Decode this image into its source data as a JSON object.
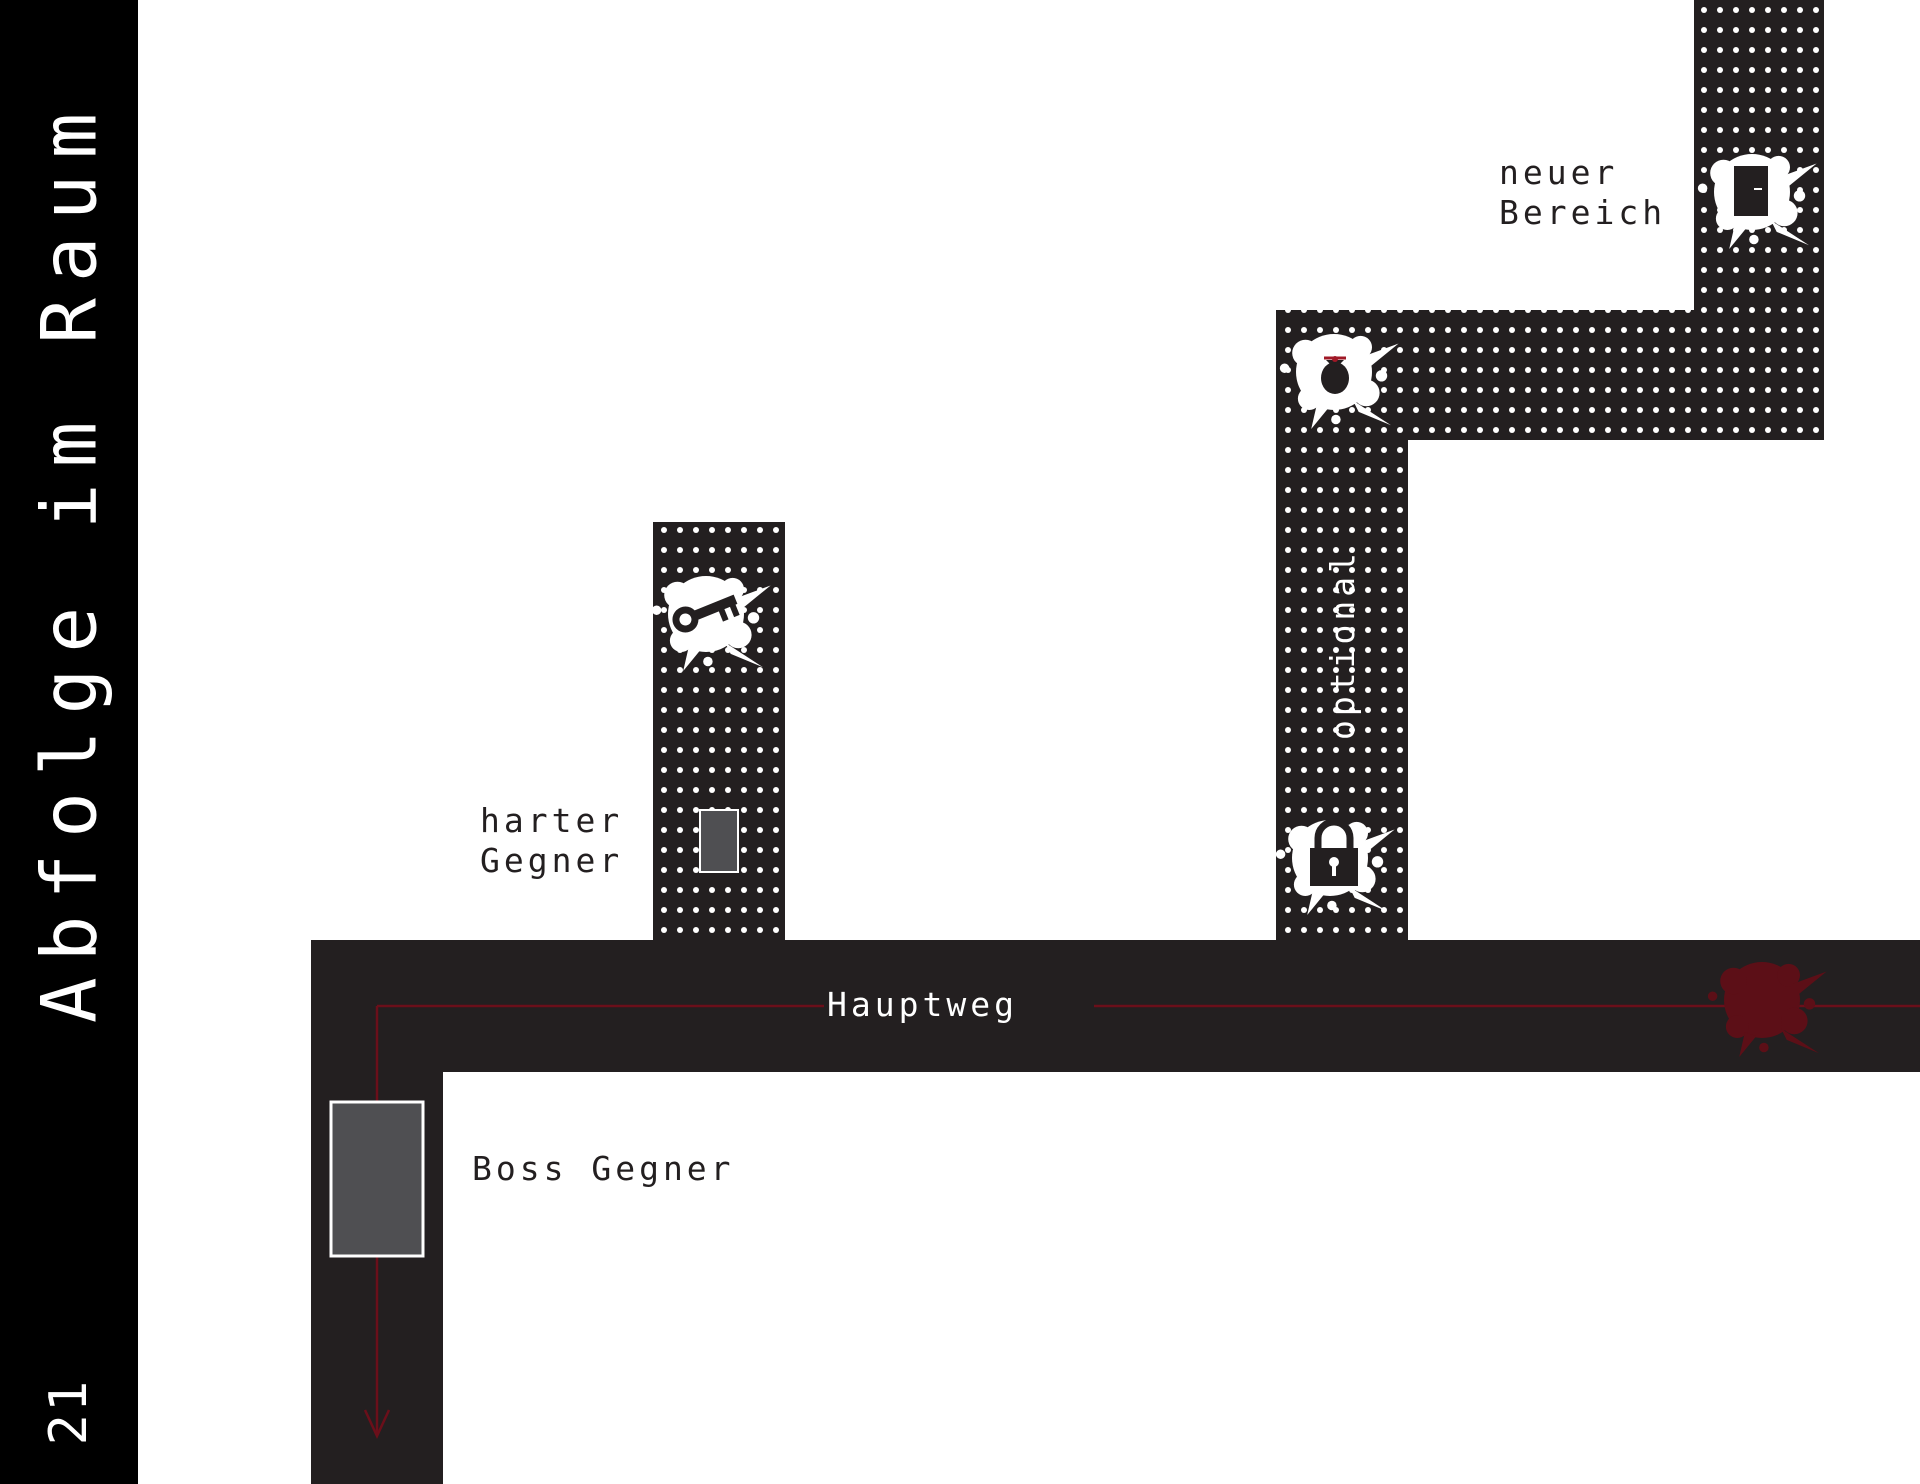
{
  "page": {
    "title": "Abfolge im Raum",
    "number": "21"
  },
  "labels": {
    "main_path": "Hauptweg",
    "boss_enemy": "Boss Gegner",
    "hard_enemy_line1": "harter",
    "hard_enemy_line2": "Gegner",
    "new_area_line1": "neuer",
    "new_area_line2": "Bereich",
    "optional": "optional"
  },
  "icons": [
    "key-icon",
    "lock-icon",
    "money-bag-icon",
    "door-icon",
    "blood-splat-icon"
  ],
  "colors": {
    "background": "#ffffff",
    "corridor": "#231f20",
    "dots": "#ffffff",
    "path_line": "#6b0f1a",
    "blood": "#5c0f17",
    "enemy_block": "#4f4f52"
  }
}
